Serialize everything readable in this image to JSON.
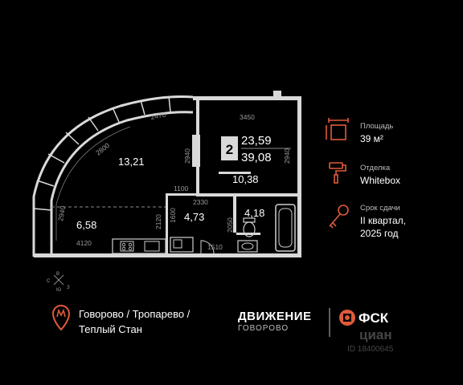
{
  "colors": {
    "accent": "#e05a3a",
    "background": "#000000",
    "wall": "#d9d9d9",
    "text": "#ffffff"
  },
  "plan": {
    "rooms": {
      "living": "13,21",
      "dining": "6,58",
      "bedroom": "10,38",
      "hall": "4,73",
      "bath": "4,18"
    },
    "dimensions": {
      "arc_top": "2470",
      "arc_mid": "2800",
      "arc_left": "2940",
      "wall_2940_a": "2940",
      "wall_2940_b": "2940",
      "top_3450": "3450",
      "d1100": "1100",
      "d2330": "2330",
      "d2120": "2120",
      "d1600": "1600",
      "d2050": "2050",
      "d1510": "1510",
      "d4120": "4120"
    }
  },
  "summary": {
    "rooms_count": "2",
    "living_area": "23,59",
    "total_area": "39,08"
  },
  "specs": [
    {
      "icon": "area-frame-icon",
      "label": "Площадь",
      "value": "39 м²"
    },
    {
      "icon": "paint-roller-icon",
      "label": "Отделка",
      "value": "Whitebox"
    },
    {
      "icon": "key-icon",
      "label": "Срок сдачи",
      "value": "II квартал,",
      "value2": "2025 год"
    }
  ],
  "compass": {
    "letters": [
      "В",
      "С",
      "Ю",
      "З"
    ]
  },
  "metro": {
    "line1": "Говорово / Тропарево /",
    "line2": "Теплый Стан"
  },
  "project": {
    "name": "ДВИЖЕНИЕ",
    "district": "ГОВОРОВО"
  },
  "developer": {
    "name": "ФСК"
  },
  "watermark": {
    "brand": "циан",
    "id": "ID 18400645"
  }
}
